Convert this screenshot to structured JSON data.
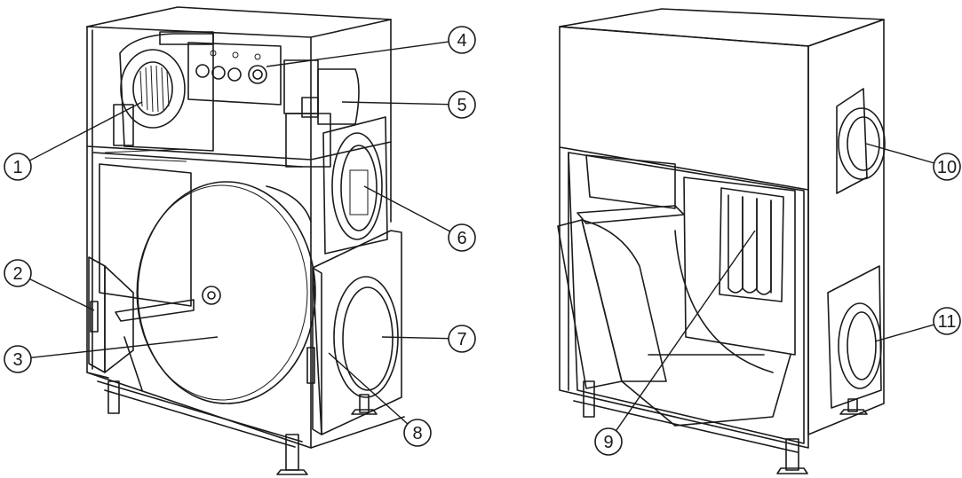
{
  "figure": {
    "views": [
      "front-view",
      "rear-view"
    ],
    "colors": {
      "line": "#1a1a1a",
      "panel_light": "#f4f4f4",
      "panel_mid": "#d9d9d9",
      "wheel_gray": "#9d9d9d",
      "wheel_dark": "#7e7e7e",
      "filter_dark": "#6f6f6f",
      "background": "#ffffff"
    },
    "callouts": [
      {
        "label": "1"
      },
      {
        "label": "2"
      },
      {
        "label": "3"
      },
      {
        "label": "4"
      },
      {
        "label": "5"
      },
      {
        "label": "6"
      },
      {
        "label": "7"
      },
      {
        "label": "8"
      },
      {
        "label": "9"
      },
      {
        "label": "10"
      },
      {
        "label": "11"
      }
    ]
  }
}
